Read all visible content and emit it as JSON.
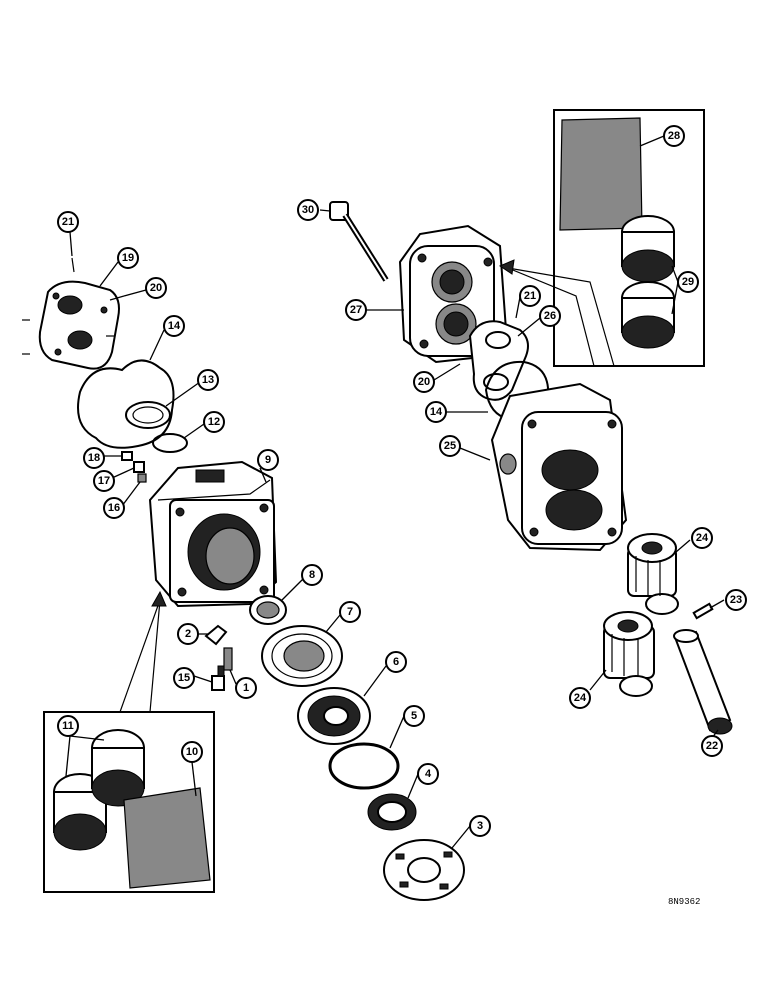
{
  "callouts": [
    {
      "id": "c21a",
      "label": "21"
    },
    {
      "id": "c19",
      "label": "19"
    },
    {
      "id": "c20a",
      "label": "20"
    },
    {
      "id": "c14a",
      "label": "14"
    },
    {
      "id": "c13",
      "label": "13"
    },
    {
      "id": "c12",
      "label": "12"
    },
    {
      "id": "c18",
      "label": "18"
    },
    {
      "id": "c17",
      "label": "17"
    },
    {
      "id": "c16",
      "label": "16"
    },
    {
      "id": "c9",
      "label": "9"
    },
    {
      "id": "c8",
      "label": "8"
    },
    {
      "id": "c7",
      "label": "7"
    },
    {
      "id": "c2",
      "label": "2"
    },
    {
      "id": "c1",
      "label": "1"
    },
    {
      "id": "c15",
      "label": "15"
    },
    {
      "id": "c6",
      "label": "6"
    },
    {
      "id": "c5",
      "label": "5"
    },
    {
      "id": "c4",
      "label": "4"
    },
    {
      "id": "c3",
      "label": "3"
    },
    {
      "id": "c11",
      "label": "11"
    },
    {
      "id": "c10",
      "label": "10"
    },
    {
      "id": "c30",
      "label": "30"
    },
    {
      "id": "c28",
      "label": "28"
    },
    {
      "id": "c29",
      "label": "29"
    },
    {
      "id": "c27",
      "label": "27"
    },
    {
      "id": "c21b",
      "label": "21"
    },
    {
      "id": "c26",
      "label": "26"
    },
    {
      "id": "c20b",
      "label": "20"
    },
    {
      "id": "c14b",
      "label": "14"
    },
    {
      "id": "c25",
      "label": "25"
    },
    {
      "id": "c24a",
      "label": "24"
    },
    {
      "id": "c23",
      "label": "23"
    },
    {
      "id": "c24b",
      "label": "24"
    },
    {
      "id": "c22",
      "label": "22"
    }
  ],
  "reference_code": "8N9362"
}
